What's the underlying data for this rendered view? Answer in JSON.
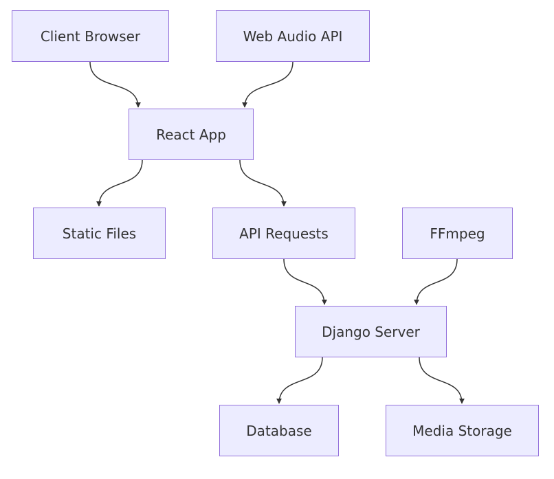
{
  "colors": {
    "node_fill": "#ececff",
    "node_border": "#9370db",
    "text": "#333333",
    "edge": "#333333"
  },
  "nodes": {
    "client_browser": "Client Browser",
    "web_audio_api": "Web Audio API",
    "react_app": "React App",
    "static_files": "Static Files",
    "api_requests": "API Requests",
    "ffmpeg": "FFmpeg",
    "django_server": "Django Server",
    "database": "Database",
    "media_storage": "Media Storage"
  },
  "edges": [
    {
      "from": "client_browser",
      "to": "react_app"
    },
    {
      "from": "web_audio_api",
      "to": "react_app"
    },
    {
      "from": "react_app",
      "to": "static_files"
    },
    {
      "from": "react_app",
      "to": "api_requests"
    },
    {
      "from": "api_requests",
      "to": "django_server"
    },
    {
      "from": "ffmpeg",
      "to": "django_server"
    },
    {
      "from": "django_server",
      "to": "database"
    },
    {
      "from": "django_server",
      "to": "media_storage"
    }
  ]
}
